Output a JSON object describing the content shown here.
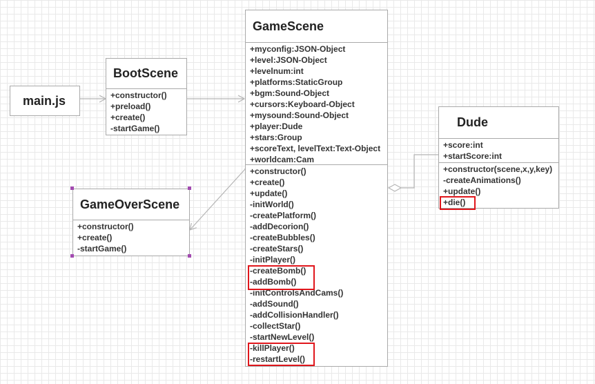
{
  "main": {
    "title": "main.js"
  },
  "boot": {
    "title": "BootScene",
    "methods": [
      "+constructor()",
      "+preload()",
      "+create()",
      "-startGame()"
    ]
  },
  "gameover": {
    "title": "GameOverScene",
    "methods": [
      "+constructor()",
      "+create()",
      "-startGame()"
    ]
  },
  "game": {
    "title": "GameScene",
    "attributes": [
      "+myconfig:JSON-Object",
      "+level:JSON-Object",
      "+levelnum:int",
      "+platforms:StaticGroup",
      "+bgm:Sound-Object",
      "+cursors:Keyboard-Object",
      "+mysound:Sound-Object",
      "+player:Dude",
      "+stars:Group",
      "+scoreText, levelText:Text-Object",
      "+worldcam:Cam"
    ],
    "methods": [
      "+constructor()",
      "+create()",
      "+update()",
      "-initWorld()",
      "-createPlatform()",
      "-addDecorion()",
      "-createBubbles()",
      "-createStars()",
      "-initPlayer()",
      "-createBomb()",
      "-addBomb()",
      "-initControlsAndCams()",
      "-addSound()",
      "-addCollisionHandler()",
      "-collectStar()",
      "-startNewLevel()",
      "-killPlayer()",
      "-restartLevel()"
    ]
  },
  "dude": {
    "title": "Dude",
    "attributes": [
      "+score:int",
      "+startScore:int"
    ],
    "methods": [
      "+constructor(scene,x,y,key)",
      "-createAnimations()",
      "+update()",
      "+die()"
    ]
  },
  "colors": {
    "highlight": "#e0151b",
    "selection": "#a24ab0",
    "border": "#a9a9a9"
  }
}
